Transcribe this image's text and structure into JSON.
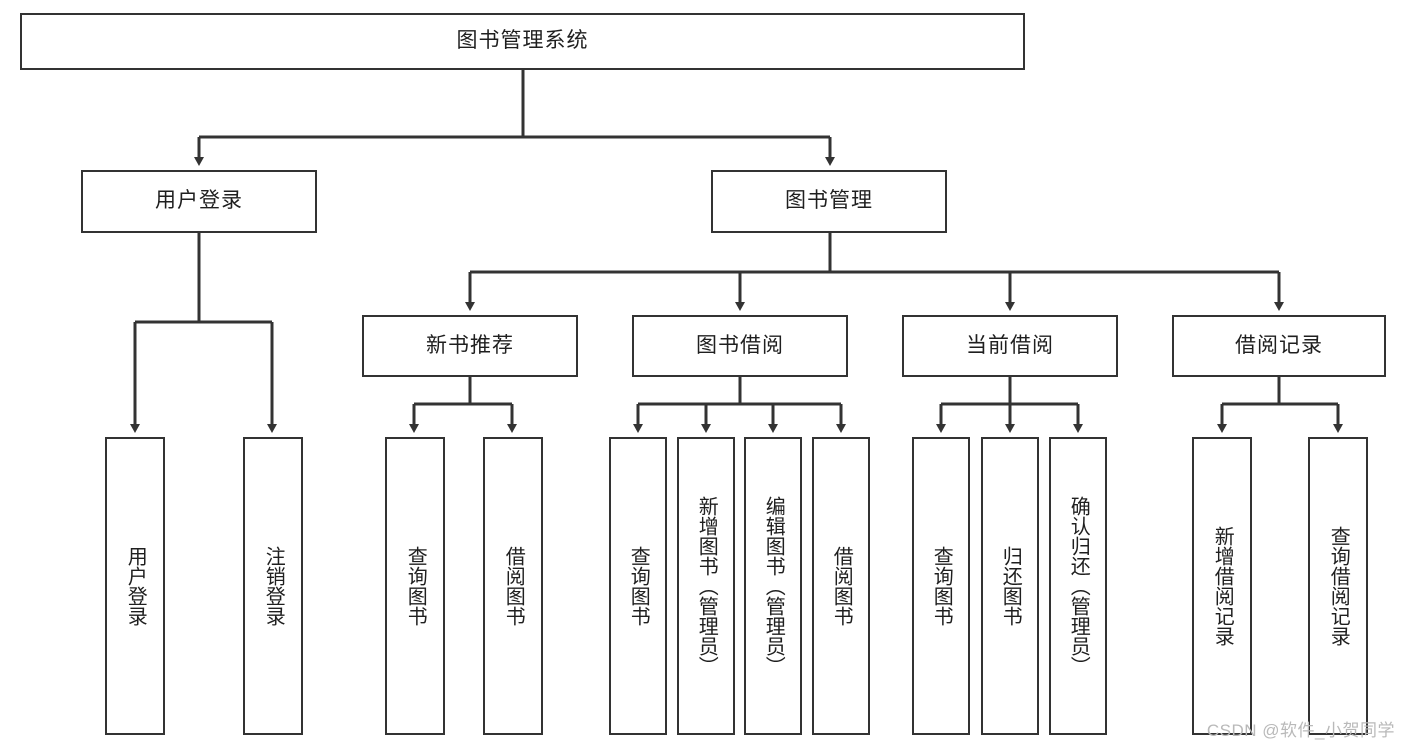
{
  "diagram": {
    "type": "tree",
    "title": "图书管理系统",
    "orientation": "top-down",
    "levels": 4,
    "root": {
      "id": "root",
      "label": "图书管理系统"
    },
    "level2": [
      {
        "id": "user-login",
        "label": "用户登录"
      },
      {
        "id": "book-manage",
        "label": "图书管理"
      }
    ],
    "level3": [
      {
        "id": "new-book-rec",
        "label": "新书推荐",
        "parent": "book-manage"
      },
      {
        "id": "book-borrow",
        "label": "图书借阅",
        "parent": "book-manage"
      },
      {
        "id": "current-borrow",
        "label": "当前借阅",
        "parent": "book-manage"
      },
      {
        "id": "borrow-record",
        "label": "借阅记录",
        "parent": "book-manage"
      }
    ],
    "leaves": {
      "user-login": [
        {
          "id": "leaf-user-login",
          "label": "用户登录"
        },
        {
          "id": "leaf-logout",
          "label": "注销登录"
        }
      ],
      "new-book-rec": [
        {
          "id": "leaf-query-book-1",
          "label": "查询图书"
        },
        {
          "id": "leaf-borrow-book-1",
          "label": "借阅图书"
        }
      ],
      "book-borrow": [
        {
          "id": "leaf-query-book-2",
          "label": "查询图书"
        },
        {
          "id": "leaf-add-book",
          "label": "新增图书（管理员）"
        },
        {
          "id": "leaf-edit-book",
          "label": "编辑图书（管理员）"
        },
        {
          "id": "leaf-borrow-book-2",
          "label": "借阅图书"
        }
      ],
      "current-borrow": [
        {
          "id": "leaf-query-book-3",
          "label": "查询图书"
        },
        {
          "id": "leaf-return-book",
          "label": "归还图书"
        },
        {
          "id": "leaf-confirm-return",
          "label": "确认归还（管理员）"
        }
      ],
      "borrow-record": [
        {
          "id": "leaf-add-record",
          "label": "新增借阅记录"
        },
        {
          "id": "leaf-query-record",
          "label": "查询借阅记录"
        }
      ]
    }
  },
  "watermark": {
    "text": "CSDN @软件_小贺同学"
  },
  "colors": {
    "box_border": "#333333",
    "box_fill": "#ffffff",
    "text": "#1f1f1f",
    "connector": "#333333",
    "watermark": "#b9b9b9",
    "background": "#ffffff"
  }
}
